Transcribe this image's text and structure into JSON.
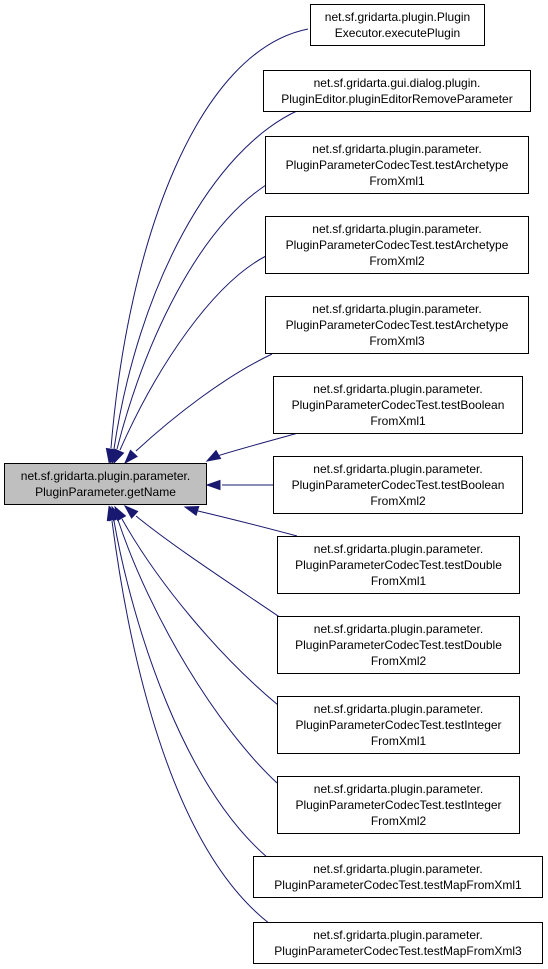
{
  "diagram": {
    "type": "call-graph",
    "edge_color": "#191970",
    "source": {
      "lines": [
        "net.sf.gridarta.plugin.parameter.",
        "PluginParameter.getName"
      ],
      "fill": "#bfbfbf"
    },
    "callers": [
      {
        "lines": [
          "net.sf.gridarta.plugin.Plugin",
          "Executor.executePlugin"
        ]
      },
      {
        "lines": [
          "net.sf.gridarta.gui.dialog.plugin.",
          "PluginEditor.pluginEditorRemoveParameter"
        ]
      },
      {
        "lines": [
          "net.sf.gridarta.plugin.parameter.",
          "PluginParameterCodecTest.testArchetype",
          "FromXml1"
        ]
      },
      {
        "lines": [
          "net.sf.gridarta.plugin.parameter.",
          "PluginParameterCodecTest.testArchetype",
          "FromXml2"
        ]
      },
      {
        "lines": [
          "net.sf.gridarta.plugin.parameter.",
          "PluginParameterCodecTest.testArchetype",
          "FromXml3"
        ]
      },
      {
        "lines": [
          "net.sf.gridarta.plugin.parameter.",
          "PluginParameterCodecTest.testBoolean",
          "FromXml1"
        ]
      },
      {
        "lines": [
          "net.sf.gridarta.plugin.parameter.",
          "PluginParameterCodecTest.testBoolean",
          "FromXml2"
        ]
      },
      {
        "lines": [
          "net.sf.gridarta.plugin.parameter.",
          "PluginParameterCodecTest.testDouble",
          "FromXml1"
        ]
      },
      {
        "lines": [
          "net.sf.gridarta.plugin.parameter.",
          "PluginParameterCodecTest.testDouble",
          "FromXml2"
        ]
      },
      {
        "lines": [
          "net.sf.gridarta.plugin.parameter.",
          "PluginParameterCodecTest.testInteger",
          "FromXml1"
        ]
      },
      {
        "lines": [
          "net.sf.gridarta.plugin.parameter.",
          "PluginParameterCodecTest.testInteger",
          "FromXml2"
        ]
      },
      {
        "lines": [
          "net.sf.gridarta.plugin.parameter.",
          "PluginParameterCodecTest.testMapFromXml1"
        ]
      },
      {
        "lines": [
          "net.sf.gridarta.plugin.parameter.",
          "PluginParameterCodecTest.testMapFromXml3"
        ]
      }
    ]
  }
}
